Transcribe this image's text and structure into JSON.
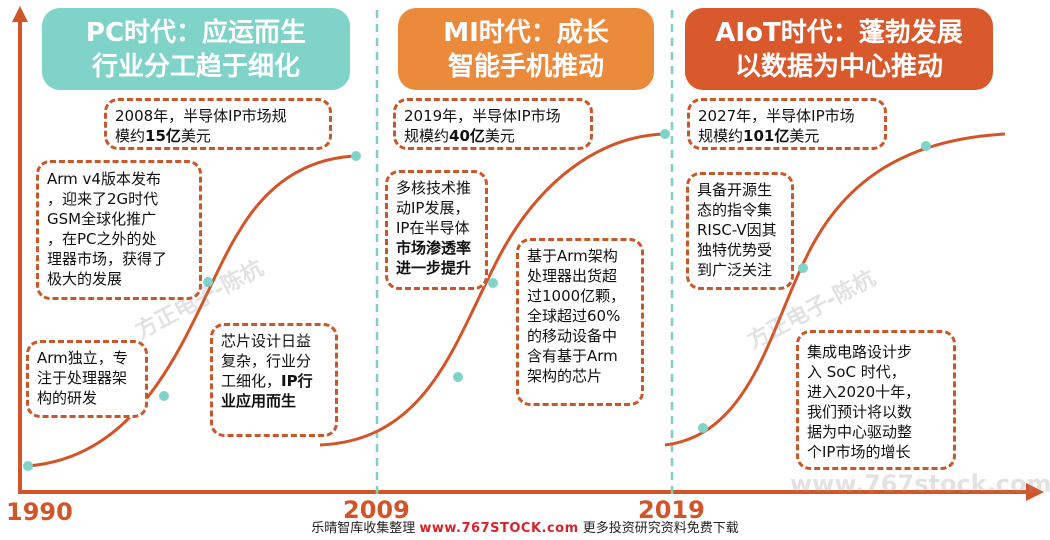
{
  "eras": [
    {
      "line1": "PC时代：应运而生",
      "line2": "行业分工趋于细化",
      "color": "#7fd3c9"
    },
    {
      "line1": "MI时代：成长",
      "line2": "智能手机推动",
      "color": "#ec8a3c"
    },
    {
      "line1": "AIoT时代：蓬勃发展",
      "line2": "以数据为中心推动",
      "color": "#d9582c"
    }
  ],
  "market_boxes": [
    {
      "pre": "2008年，半导体IP市场规",
      "mid_pre": "模约",
      "value": "15亿",
      "post": "美元"
    },
    {
      "pre": "2019年，半导体IP市场",
      "mid_pre": "规模约",
      "value": "40亿",
      "post": "美元"
    },
    {
      "pre": "2027年，半导体IP市场",
      "mid_pre": "规模约",
      "value": "101亿",
      "post": "美元"
    }
  ],
  "notes": {
    "arm_v4": [
      "Arm v4版本发布",
      "，迎来了2G时代",
      "GSM全球化推广",
      "，在PC之外的处",
      "理器市场，获得了",
      "极大的发展"
    ],
    "arm_independent": [
      "Arm独立，专",
      "注于处理器架",
      "构的研发"
    ],
    "chip_design": {
      "lines": [
        "芯片设计日益",
        "复杂，行业分",
        "工细化，"
      ],
      "bold_tail": "IP行",
      "bold_last": "业应用而生"
    },
    "multicore": {
      "lines": [
        "多核技术推",
        "动IP发展，",
        "IP在半导体"
      ],
      "bold1": "市场渗透率",
      "bold2": "进一步提升"
    },
    "arm_shipments": [
      "基于Arm架构",
      "处理器出货超",
      "过1000亿颗，",
      "全球超过60%",
      "的移动设备中",
      "含有基于Arm",
      "架构的芯片"
    ],
    "riscv": [
      "具备开源生",
      "态的指令集",
      "RISC-V因其",
      "独特优势受",
      "到广泛关注"
    ],
    "soc": [
      "集成电路设计步",
      "入 SoC 时代，",
      "进入2020十年，",
      "我们预计将以数",
      "据为中心驱动整",
      "个IP市场的增长"
    ]
  },
  "years": [
    "1990",
    "2009",
    "2019"
  ],
  "watermarks": [
    "方正电子-陈杭",
    "方正电子-陈杭",
    "www.767stock.com"
  ],
  "footer": {
    "left": "乐晴智库收集整理",
    "site": "www.767STOCK.com",
    "right": "更多投资研究资料免费下载"
  },
  "colors": {
    "axis": "#d2552a",
    "curve": "#d2552a",
    "divider": "#7fcfc6",
    "dot": "#7fd3c9",
    "dash_border": "#c8572a"
  }
}
